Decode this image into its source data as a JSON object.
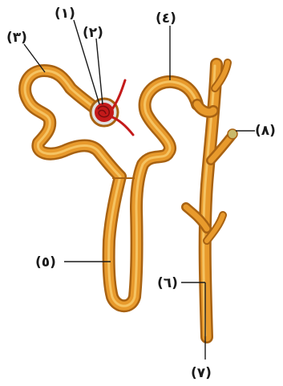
{
  "diagram": {
    "labels": [
      {
        "id": "1",
        "text": "(١)"
      },
      {
        "id": "2",
        "text": "(٢)"
      },
      {
        "id": "3",
        "text": "(٣)"
      },
      {
        "id": "4",
        "text": "(٤)"
      },
      {
        "id": "5",
        "text": "(٥)"
      },
      {
        "id": "6",
        "text": "(٦)"
      },
      {
        "id": "7",
        "text": "(٧)"
      },
      {
        "id": "8",
        "text": "(٨)"
      }
    ],
    "colors": {
      "tubule_outline": "#a86212",
      "tubule_fill": "#e89a2c",
      "tubule_highlight": "#f8cd70",
      "glomerulus": "#c41a1a",
      "capsule": "#e0e0e0",
      "labels": "#1a1a1a"
    }
  }
}
